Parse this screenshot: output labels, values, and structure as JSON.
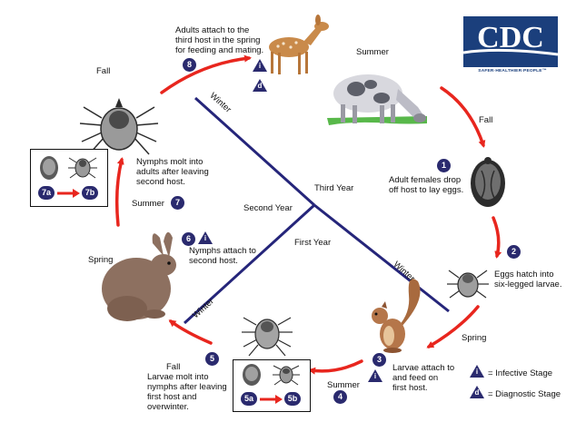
{
  "brand": {
    "logo_text": "CDC",
    "tagline": "SAFER·HEALTHIER·PEOPLE™",
    "logo_color": "#1b3f7c"
  },
  "colors": {
    "arrow": "#e8261e",
    "year_line": "#25257a",
    "badge": "#2a2a6e"
  },
  "years": {
    "first": "First Year",
    "second": "Second Year",
    "third": "Third Year"
  },
  "seasons": {
    "fall_top_left": "Fall",
    "summer_top": "Summer",
    "fall_right": "Fall",
    "summer_left": "Summer",
    "spring_left": "Spring",
    "spring_right": "Spring",
    "fall_bottom_left": "Fall",
    "summer_bottom": "Summer",
    "winter_top": "Winter",
    "winter_right": "Winter",
    "winter_left": "Winter"
  },
  "stages": [
    {
      "num": "1",
      "text": "Adult females drop\noff host to lay eggs."
    },
    {
      "num": "2",
      "text": "Eggs hatch into\nsix-legged larvae."
    },
    {
      "num": "3",
      "text": "Larvae attach to\nand feed on\nfirst host."
    },
    {
      "num": "4"
    },
    {
      "num": "5",
      "text": "Larvae molt into\nnymphs after leaving\nfirst host and\noverwinter."
    },
    {
      "num": "6",
      "text": "Nymphs attach to\nsecond host."
    },
    {
      "num": "7",
      "text": "Nymphs molt into\nadults after leaving\nsecond host."
    },
    {
      "num": "8",
      "text": "Adults attach to the\nthird host in the spring\nfor feeding and mating."
    }
  ],
  "substages": {
    "s5a": "5a",
    "s5b": "5b",
    "s7a": "7a",
    "s7b": "7b"
  },
  "legend": {
    "infective_symbol": "i",
    "infective_label": "= Infective Stage",
    "diagnostic_symbol": "d",
    "diagnostic_label": "= Diagnostic Stage"
  },
  "hosts": [
    "deer-icon",
    "cow-icon",
    "squirrel-icon",
    "rabbit-icon"
  ]
}
